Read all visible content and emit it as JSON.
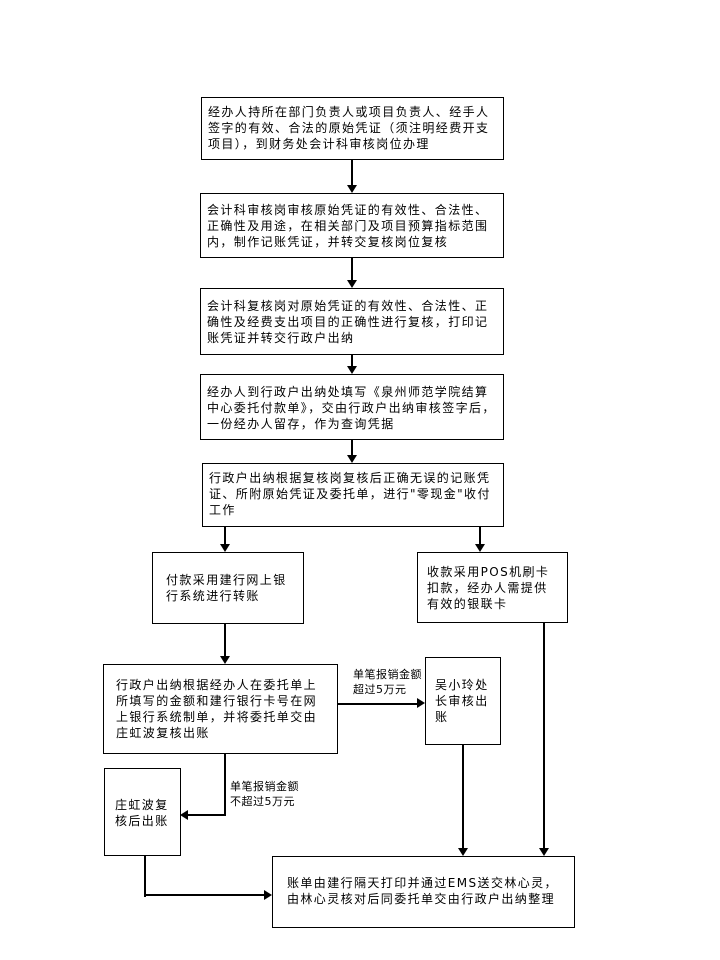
{
  "flowchart": {
    "nodes": [
      {
        "id": "step-submit-voucher",
        "text": "经办人持所在部门负责人或项目负责人、经手人签字的有效、合法的原始凭证（须注明经费开支项目），到财务处会计科审核岗位办理"
      },
      {
        "id": "step-audit-post",
        "text": "会计科审核岗审核原始凭证的有效性、合法性、正确性及用途，在相关部门及项目预算指标范围内，制作记账凭证，并转交复核岗位复核"
      },
      {
        "id": "step-review-post",
        "text": "会计科复核岗对原始凭证的有效性、合法性、正确性及经费支出项目的正确性进行复核，打印记账凭证并转交行政户出纳"
      },
      {
        "id": "step-fill-payment-form",
        "text": "经办人到行政户出纳处填写《泉州师范学院结算中心委托付款单》，交由行政户出纳审核签字后，一份经办人留存，作为查询凭据"
      },
      {
        "id": "step-zero-cash",
        "text": "行政户出纳根据复核岗复核后正确无误的记账凭证、所附原始凭证及委托单，进行\"零现金\"收付工作"
      },
      {
        "id": "step-payment-online-bank",
        "text": "付款采用建行网上银行系统进行转账"
      },
      {
        "id": "step-receipt-pos",
        "text": "收款采用POS机刷卡扣款，经办人需提供有效的银联卡"
      },
      {
        "id": "step-make-order",
        "text": "行政户出纳根据经办人在委托单上所填写的金额和建行银行卡号在网上银行系统制单，并将委托单交由庄虹波复核出账"
      },
      {
        "id": "step-wuxiaoling-review",
        "text": "吴小玲处长审核出账"
      },
      {
        "id": "step-zhuanghongbo-review",
        "text": "庄虹波复核后出账"
      },
      {
        "id": "step-bill-ems",
        "text": "账单由建行隔天打印并通过EMS送交林心灵，由林心灵核对后同委托单交由行政户出纳整理"
      }
    ],
    "edge_labels": [
      {
        "id": "amount-over-50k",
        "text": "单笔报销金额\n超过5万元"
      },
      {
        "id": "amount-under-50k",
        "text": "单笔报销金额\n不超过5万元"
      }
    ],
    "colors": {
      "line": "#000000",
      "box_border": "#000000",
      "box_fill": "#ffffff",
      "text": "#000000",
      "background": "#ffffff"
    }
  }
}
